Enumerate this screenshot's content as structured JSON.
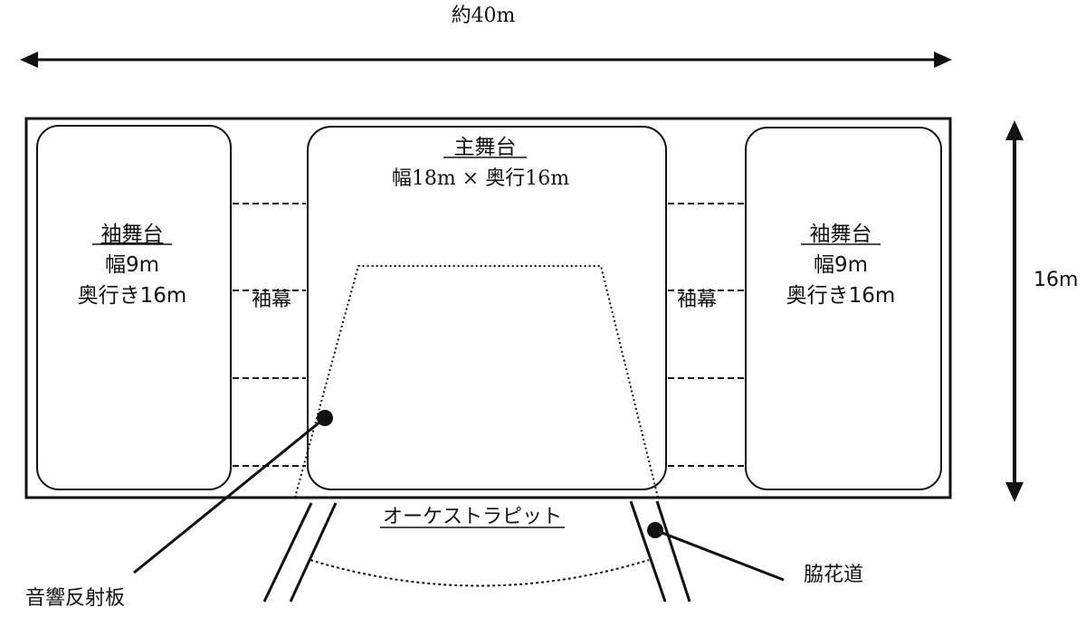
{
  "diagram": {
    "total_width_label": "約40m",
    "depth_label": "16m",
    "main_stage": {
      "title": "主舞台",
      "size": "幅18m × 奥行16m"
    },
    "side_stage_left": {
      "title": "袖舞台",
      "width": "幅9m",
      "depth": "奥行き16m"
    },
    "side_stage_right": {
      "title": "袖舞台",
      "width": "幅9m",
      "depth": "奥行き16m"
    },
    "wing_curtain_left": "袖幕",
    "wing_curtain_right": "袖幕",
    "orchestra_pit": "オーケストラピット",
    "acoustic_reflector": "音響反射板",
    "side_hanamichi": "脇花道"
  },
  "colors": {
    "ink": "#111111",
    "background": "#ffffff"
  }
}
